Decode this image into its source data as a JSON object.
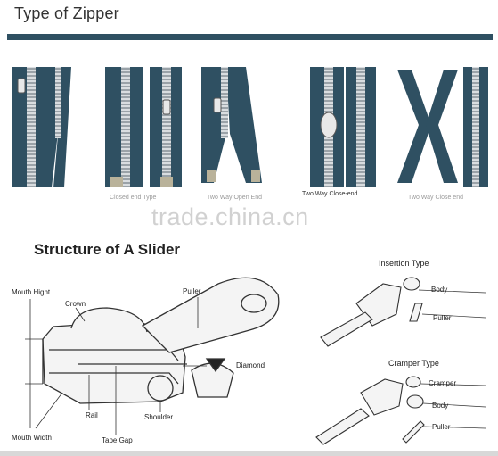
{
  "page": {
    "title": "Type of Zipper",
    "structure_title": "Structure of A Slider",
    "watermark": "trade.china.cn"
  },
  "zipper_types": [
    {
      "label": ""
    },
    {
      "label": "Closed end Type",
      "faint": true
    },
    {
      "label": "Two Way Open End",
      "faint": true
    },
    {
      "label": "Two Way Close-end",
      "faint": false
    },
    {
      "label": "Two Way Close end",
      "faint": true
    }
  ],
  "slider_labels": {
    "mouth_hight": "Mouth Hight",
    "crown": "Crown",
    "puller": "Puller",
    "diamond": "Diamond",
    "rail": "Rail",
    "shoulder": "Shoulder",
    "mouth_width": "Mouth Width",
    "tape_gap": "Tape Gap"
  },
  "insertion": {
    "title": "Insertion Type",
    "body": "Body",
    "puller": "Puller"
  },
  "cramper": {
    "title": "Cramper Type",
    "cramper": "Cramper",
    "body": "Body",
    "puller": "Puller"
  },
  "colors": {
    "tape": "#2f5062",
    "teeth": "#c9ced2",
    "rule": "#2f5062"
  }
}
